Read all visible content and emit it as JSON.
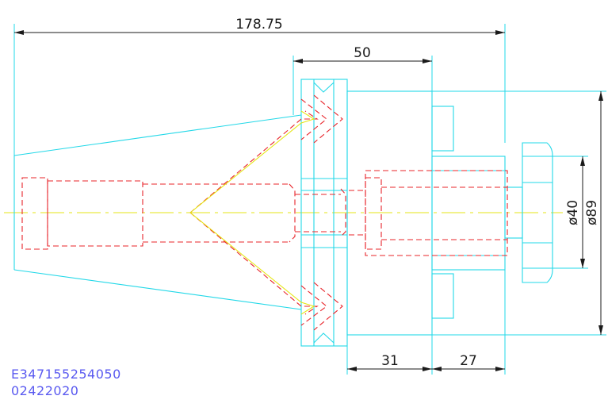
{
  "dimensions": {
    "overall_length": "178.75",
    "flange_length": "50",
    "body_length": "31",
    "collet_length": "27",
    "bore_diameter": "ø40",
    "outer_diameter": "ø89"
  },
  "part_code": {
    "line1": "E347155254050",
    "line2": "02422020"
  },
  "colors": {
    "outline": "#22d8e8",
    "hidden": "#e8242a",
    "centerline": "#e6e614",
    "dimension": "#1a1a1a",
    "code_text": "#5a5af0"
  }
}
